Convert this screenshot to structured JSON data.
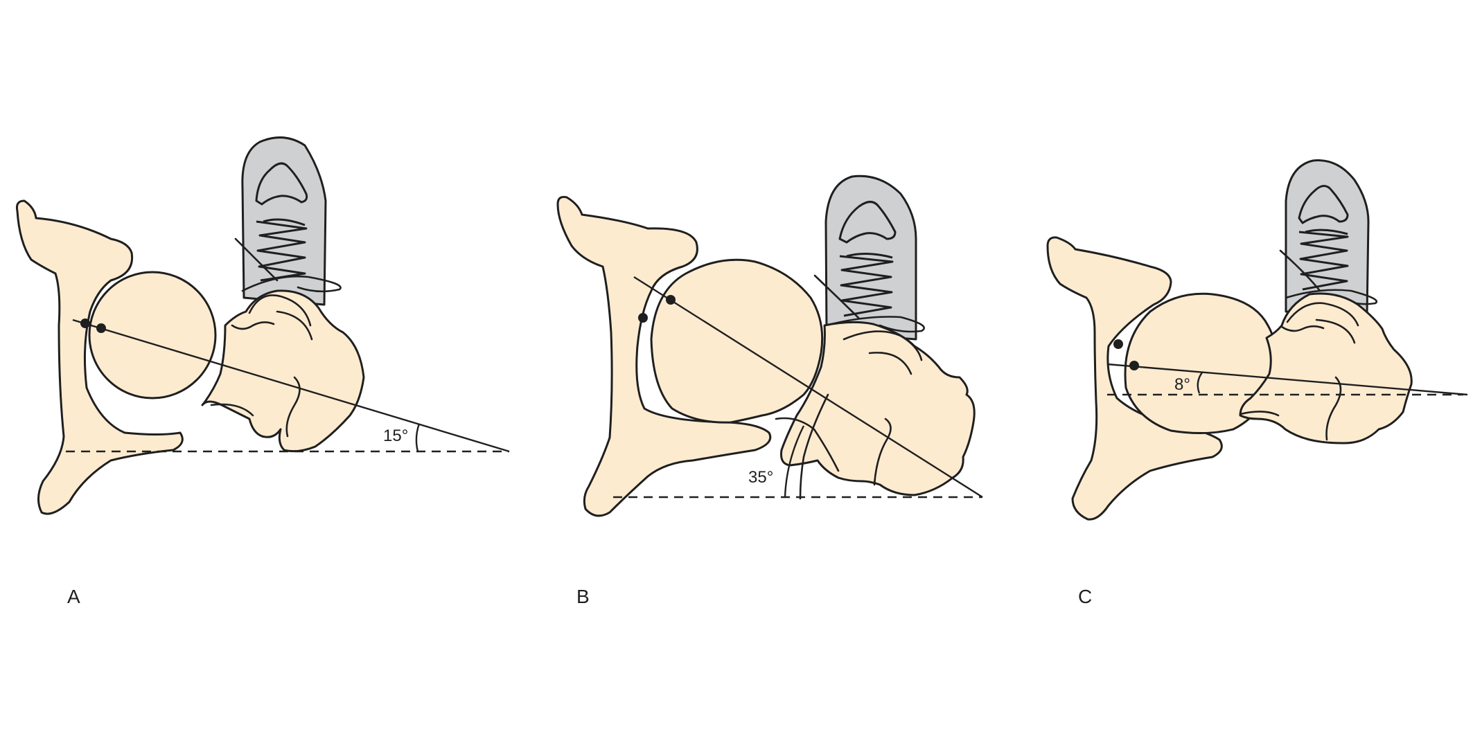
{
  "panels": [
    {
      "label": "A",
      "angle_label": "15°",
      "angle_deg": 15
    },
    {
      "label": "B",
      "angle_label": "35°",
      "angle_deg": 35
    },
    {
      "label": "C",
      "angle_label": "8°",
      "angle_deg": 8
    }
  ],
  "colors": {
    "bone": "#fdebd0",
    "shoe": "#cfd0d2",
    "outline": "#1f1f1f"
  }
}
